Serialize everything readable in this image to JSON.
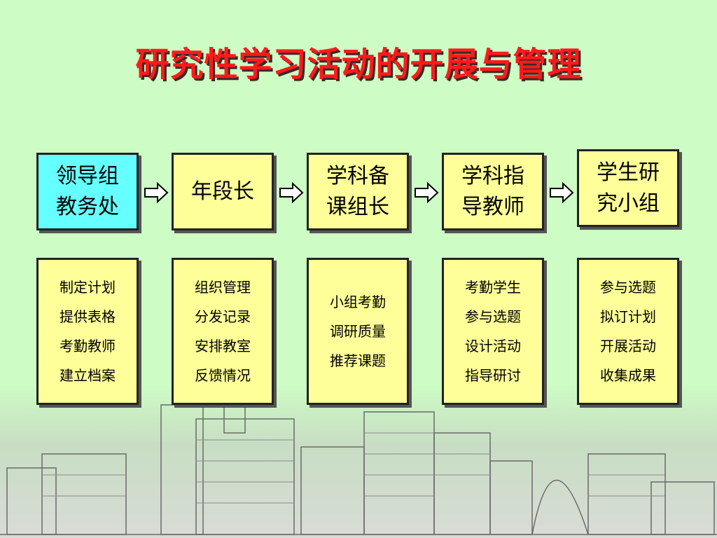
{
  "title": "研究性学习活动的开展与管理",
  "colors": {
    "background": "#cdfcc4",
    "title": "#ff1a1a",
    "box_yellow": "#ffff99",
    "box_cyan": "#66ffff"
  },
  "icons": {
    "arrow": "right-arrow-icon"
  },
  "stages": [
    {
      "label_lines": [
        "领导组",
        "教务处"
      ],
      "duties": [
        "制定计划",
        "提供表格",
        "考勤教师",
        "建立档案"
      ]
    },
    {
      "label_lines": [
        "年段长"
      ],
      "duties": [
        "组织管理",
        "分发记录",
        "安排教室",
        "反馈情况"
      ]
    },
    {
      "label_lines": [
        "学科备",
        "课组长"
      ],
      "duties": [
        "小组考勤",
        "调研质量",
        "推荐课题"
      ]
    },
    {
      "label_lines": [
        "学科指",
        "导教师"
      ],
      "duties": [
        "考勤学生",
        "参与选题",
        "设计活动",
        "指导研讨"
      ]
    },
    {
      "label_lines": [
        "学生研",
        "究小组"
      ],
      "duties": [
        "参与选题",
        "拟订计划",
        "开展活动",
        "收集成果"
      ]
    }
  ]
}
